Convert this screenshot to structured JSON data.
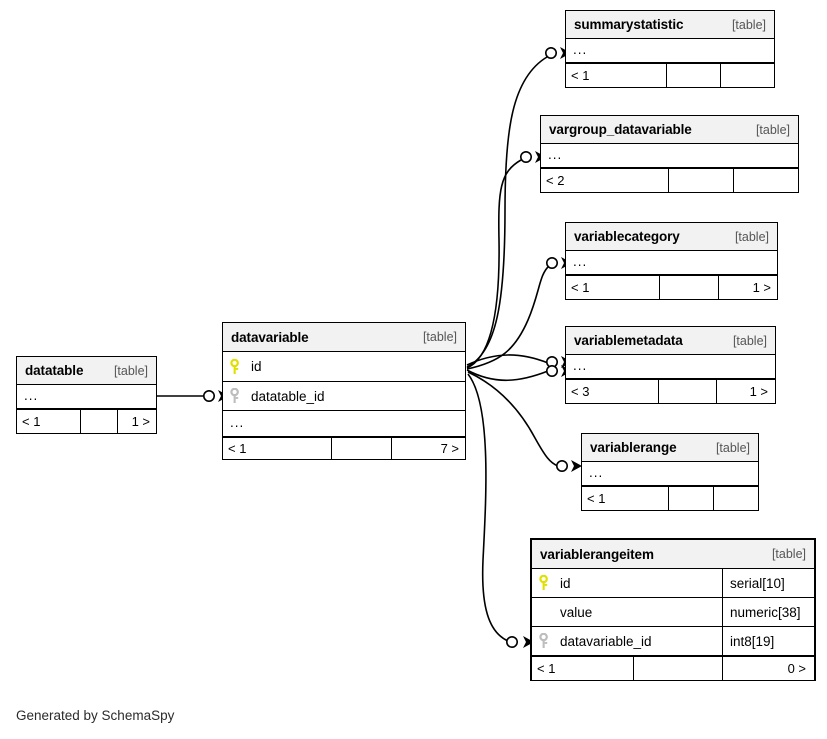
{
  "diagram": {
    "kind": "schemaspy-relationships",
    "credit": "Generated by SchemaSpy",
    "table_tag": "[table]",
    "ellipsis": "...",
    "colors": {
      "header_fill": "#f2f2f2",
      "border": "#000000",
      "primary_key": "#e8e800",
      "foreign_key": "#bfbfbf",
      "background": "#ffffff"
    }
  },
  "tables": [
    {
      "id": "summarystatistic",
      "name": "summarystatistic",
      "tag": "[table]",
      "focal": false,
      "columns": [
        {
          "name": "...",
          "type": "",
          "key": "none",
          "ellipsis": true
        }
      ],
      "footer": [
        "< 1",
        "",
        ""
      ]
    },
    {
      "id": "vargroup_datavariable",
      "name": "vargroup_datavariable",
      "tag": "[table]",
      "focal": false,
      "columns": [
        {
          "name": "...",
          "type": "",
          "key": "none",
          "ellipsis": true
        }
      ],
      "footer": [
        "< 2",
        "",
        ""
      ]
    },
    {
      "id": "variablecategory",
      "name": "variablecategory",
      "tag": "[table]",
      "focal": false,
      "columns": [
        {
          "name": "...",
          "type": "",
          "key": "none",
          "ellipsis": true
        }
      ],
      "footer": [
        "< 1",
        "",
        "1 >"
      ]
    },
    {
      "id": "variablemetadata",
      "name": "variablemetadata",
      "tag": "[table]",
      "focal": false,
      "columns": [
        {
          "name": "...",
          "type": "",
          "key": "none",
          "ellipsis": true
        }
      ],
      "footer": [
        "< 3",
        "",
        "1 >"
      ]
    },
    {
      "id": "variablerange",
      "name": "variablerange",
      "tag": "[table]",
      "focal": false,
      "columns": [
        {
          "name": "...",
          "type": "",
          "key": "none",
          "ellipsis": true
        }
      ],
      "footer": [
        "< 1",
        "",
        ""
      ]
    },
    {
      "id": "variablerangeitem",
      "name": "variablerangeitem",
      "tag": "[table]",
      "focal": true,
      "columns": [
        {
          "name": "id",
          "type": "serial[10]",
          "key": "primary",
          "ellipsis": false
        },
        {
          "name": "value",
          "type": "numeric[38]",
          "key": "none",
          "ellipsis": false
        },
        {
          "name": "datavariable_id",
          "type": "int8[19]",
          "key": "foreign",
          "ellipsis": false
        }
      ],
      "footer": [
        "< 1",
        "",
        "0 >"
      ]
    },
    {
      "id": "datavariable",
      "name": "datavariable",
      "tag": "[table]",
      "focal": false,
      "columns": [
        {
          "name": "id",
          "type": "",
          "key": "primary",
          "ellipsis": false
        },
        {
          "name": "datatable_id",
          "type": "",
          "key": "foreign",
          "ellipsis": false
        },
        {
          "name": "...",
          "type": "",
          "key": "none",
          "ellipsis": true
        }
      ],
      "footer": [
        "< 1",
        "",
        "7 >"
      ]
    },
    {
      "id": "datatable",
      "name": "datatable",
      "tag": "[table]",
      "focal": false,
      "columns": [
        {
          "name": "...",
          "type": "",
          "key": "none",
          "ellipsis": true
        }
      ],
      "footer": [
        "< 1",
        "",
        "1 >"
      ]
    }
  ],
  "relationships": [
    {
      "from": "datavariable",
      "to": "summarystatistic",
      "optional": true
    },
    {
      "from": "datavariable",
      "to": "vargroup_datavariable",
      "optional": true
    },
    {
      "from": "datavariable",
      "to": "variablecategory",
      "optional": true
    },
    {
      "from": "datavariable",
      "to": "variablemetadata",
      "optional": true
    },
    {
      "from": "datavariable",
      "to": "variablerange",
      "optional": true
    },
    {
      "from": "datavariable",
      "to": "variablerangeitem",
      "optional": true
    },
    {
      "from": "datatable",
      "to": "datavariable",
      "optional": true
    }
  ]
}
